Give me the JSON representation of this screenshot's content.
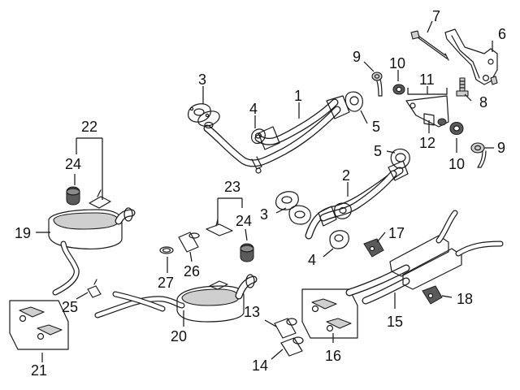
{
  "diagram": {
    "callouts": [
      {
        "id": "1",
        "label": "1"
      },
      {
        "id": "2",
        "label": "2"
      },
      {
        "id": "3a",
        "label": "3"
      },
      {
        "id": "3b",
        "label": "3"
      },
      {
        "id": "4a",
        "label": "4"
      },
      {
        "id": "4b",
        "label": "4"
      },
      {
        "id": "5a",
        "label": "5"
      },
      {
        "id": "5b",
        "label": "5"
      },
      {
        "id": "6",
        "label": "6"
      },
      {
        "id": "7",
        "label": "7"
      },
      {
        "id": "8",
        "label": "8"
      },
      {
        "id": "9a",
        "label": "9"
      },
      {
        "id": "9b",
        "label": "9"
      },
      {
        "id": "10a",
        "label": "10"
      },
      {
        "id": "10b",
        "label": "10"
      },
      {
        "id": "11",
        "label": "11"
      },
      {
        "id": "12",
        "label": "12"
      },
      {
        "id": "13",
        "label": "13"
      },
      {
        "id": "14",
        "label": "14"
      },
      {
        "id": "15",
        "label": "15"
      },
      {
        "id": "16",
        "label": "16"
      },
      {
        "id": "17",
        "label": "17"
      },
      {
        "id": "18",
        "label": "18"
      },
      {
        "id": "19",
        "label": "19"
      },
      {
        "id": "20",
        "label": "20"
      },
      {
        "id": "21",
        "label": "21"
      },
      {
        "id": "22",
        "label": "22"
      },
      {
        "id": "23",
        "label": "23"
      },
      {
        "id": "24a",
        "label": "24"
      },
      {
        "id": "24b",
        "label": "24"
      },
      {
        "id": "25",
        "label": "25"
      },
      {
        "id": "26",
        "label": "26"
      },
      {
        "id": "27",
        "label": "27"
      }
    ]
  }
}
